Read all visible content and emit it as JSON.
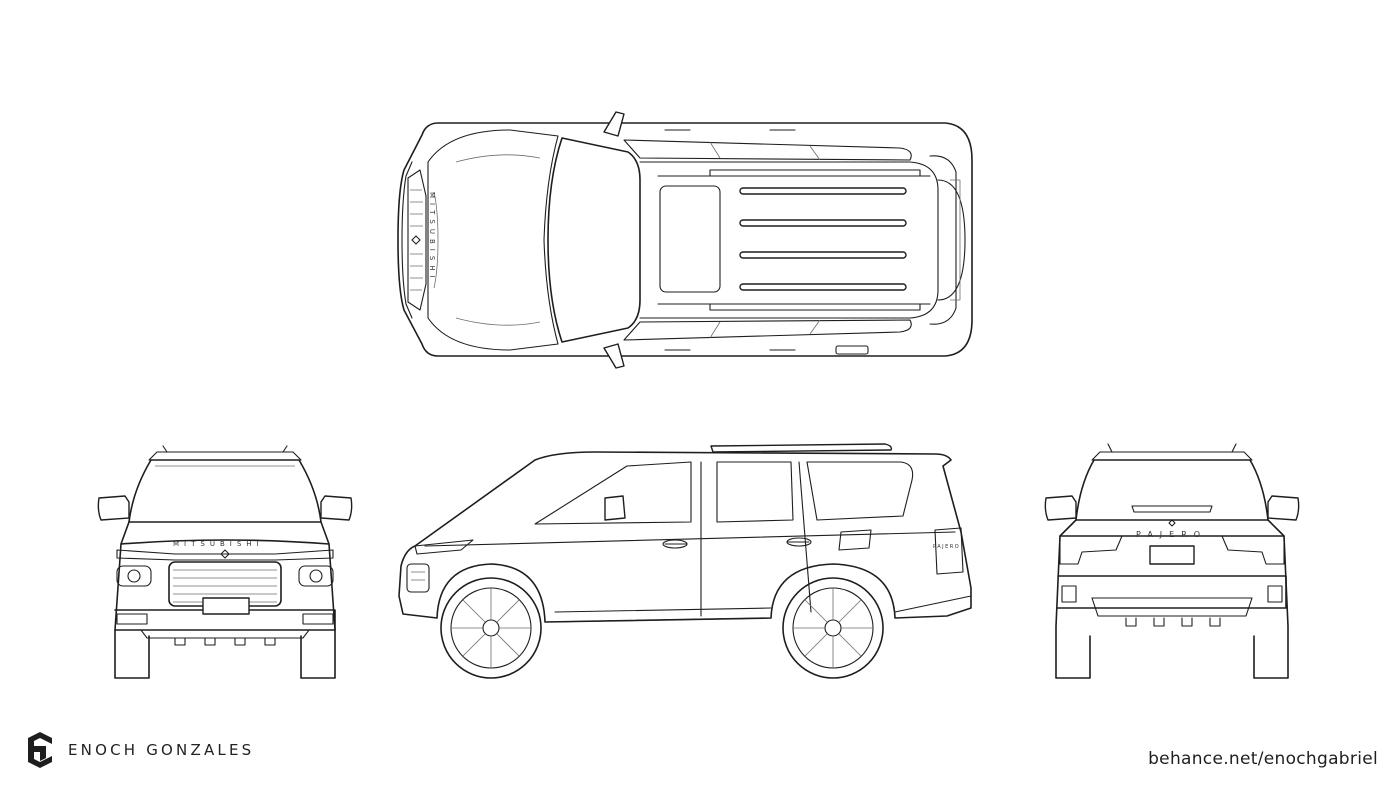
{
  "views": {
    "top": {
      "badge": "MITSUBISHI"
    },
    "front": {
      "badge": "MITSUBISHI"
    },
    "side": {
      "badge": "PAJERO"
    },
    "rear": {
      "badge": "PAJERO"
    }
  },
  "footer": {
    "designer_name": "ENOCH GONZALES",
    "url": "behance.net/enochgabriel",
    "logo_icon": "eg-monogram-icon"
  }
}
